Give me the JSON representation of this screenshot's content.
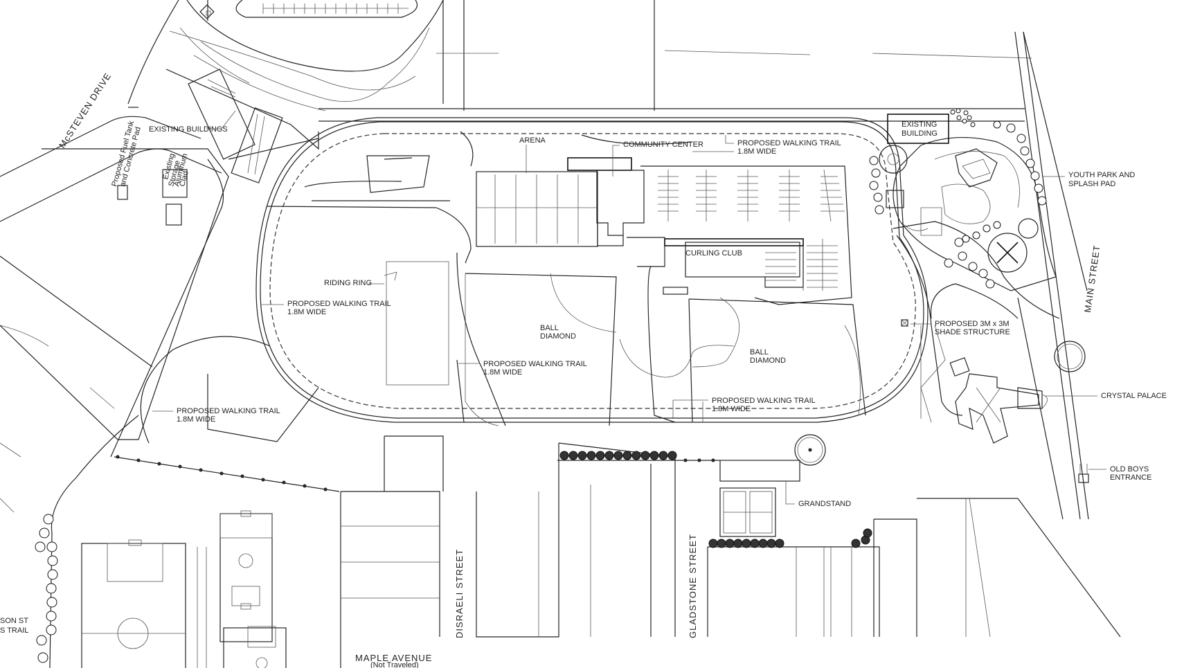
{
  "labels": {
    "existing_buildings": "EXISTING BUILDINGS",
    "mcsteven_drive": "McSTEVEN DRIVE",
    "fuel_tank_1": "Proposed Fuel Tank",
    "fuel_tank_2": "and Concrete Pad",
    "storage_1": "Existing",
    "storage_2": "Storage",
    "storage_3": "Aluminum",
    "storage_4": "Clad",
    "arena": "ARENA",
    "community_center": "COMMUNITY CENTER",
    "trail_top_1": "PROPOSED WALKING TRAIL",
    "trail_top_2": "1.8M WIDE",
    "existing_building_1": "EXISTING",
    "existing_building_2": "BUILDING",
    "youth_park_1": "YOUTH PARK AND",
    "youth_park_2": "SPLASH PAD",
    "main_street": "MAIN STREET",
    "curling_club": "CURLING CLUB",
    "riding_ring": "RIDING RING",
    "trail_left_1": "PROPOSED WALKING TRAIL",
    "trail_left_2": "1.8M WIDE",
    "ball_diamond_1a": "BALL",
    "ball_diamond_1b": "DIAMOND",
    "ball_diamond_2a": "BALL",
    "ball_diamond_2b": "DIAMOND",
    "trail_mid_1": "PROPOSED WALKING TRAIL",
    "trail_mid_2": "1.8M WIDE",
    "shade_1": "PROPOSED 3M x 3M",
    "shade_2": "SHADE STRUCTURE",
    "trail_west_1": "PROPOSED WALKING TRAIL",
    "trail_west_2": "1.8M WIDE",
    "trail_south_1": "PROPOSED WALKING TRAIL",
    "trail_south_2": "1.8M WIDE",
    "crystal_palace": "CRYSTAL PALACE",
    "old_boys_1": "OLD BOYS",
    "old_boys_2": "ENTRANCE",
    "grandstand": "GRANDSTAND",
    "disraeli_street": "DISRAELI STREET",
    "gladstone_street": "GLADSTONE STREET",
    "maple_avenue": "MAPLE AVENUE",
    "not_traveled": "(Not Traveled)",
    "son_st": "SON ST",
    "s_trail": "S TRAIL"
  },
  "colors": {
    "line": "#222222",
    "paper": "#ffffff"
  }
}
